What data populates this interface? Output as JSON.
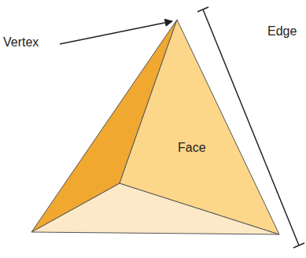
{
  "diagram": {
    "labels": [
      "Vertex",
      "Face",
      "Edge"
    ]
  }
}
